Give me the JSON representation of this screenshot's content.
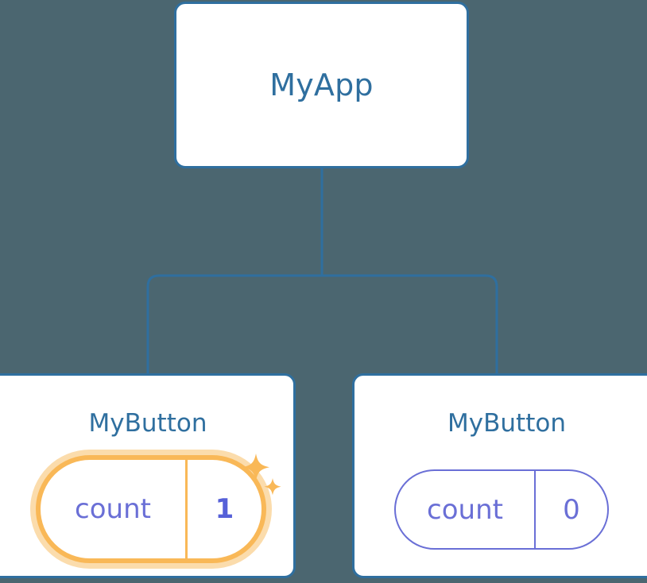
{
  "diagram": {
    "type": "component-tree",
    "background_color": "#4b6670",
    "node_border_color": "#2f6f9f",
    "node_fill_color": "#ffffff",
    "connector_color": "#2f6f9f",
    "label_color": "#2f6f9f",
    "state_color": "#6a6fd6",
    "highlight_color": "#f9b857",
    "highlight_glow_color": "#fbdcac",
    "root": {
      "label": "MyApp"
    },
    "children": [
      {
        "label": "MyButton",
        "state_key": "count",
        "state_value": "1",
        "highlighted": true,
        "sparkle_icons": [
          "sparkle-large-icon",
          "sparkle-small-icon"
        ]
      },
      {
        "label": "MyButton",
        "state_key": "count",
        "state_value": "0",
        "highlighted": false,
        "sparkle_icons": []
      }
    ]
  }
}
